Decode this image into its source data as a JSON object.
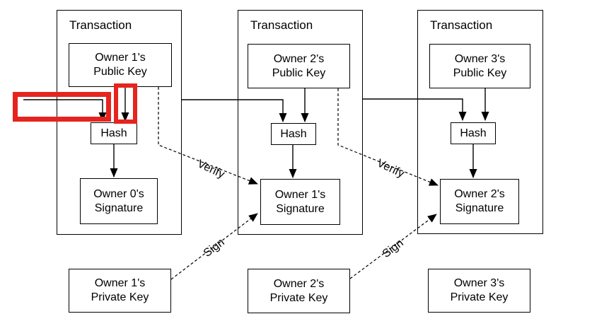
{
  "transactions": [
    {
      "title": "Transaction",
      "public_key": "Owner 1's\nPublic Key",
      "hash": "Hash",
      "signature": "Owner 0's\nSignature",
      "private_key": "Owner 1's\nPrivate Key"
    },
    {
      "title": "Transaction",
      "public_key": "Owner 2's\nPublic Key",
      "hash": "Hash",
      "signature": "Owner 1's\nSignature",
      "private_key": "Owner 2's\nPrivate Key"
    },
    {
      "title": "Transaction",
      "public_key": "Owner 3's\nPublic Key",
      "hash": "Hash",
      "signature": "Owner 2's\nSignature",
      "private_key": "Owner 3's\nPrivate Key"
    }
  ],
  "edge_labels": {
    "verify": "Verify",
    "sign": "Sign"
  },
  "annotation_color": "#e6241e",
  "line_color": "#000000"
}
